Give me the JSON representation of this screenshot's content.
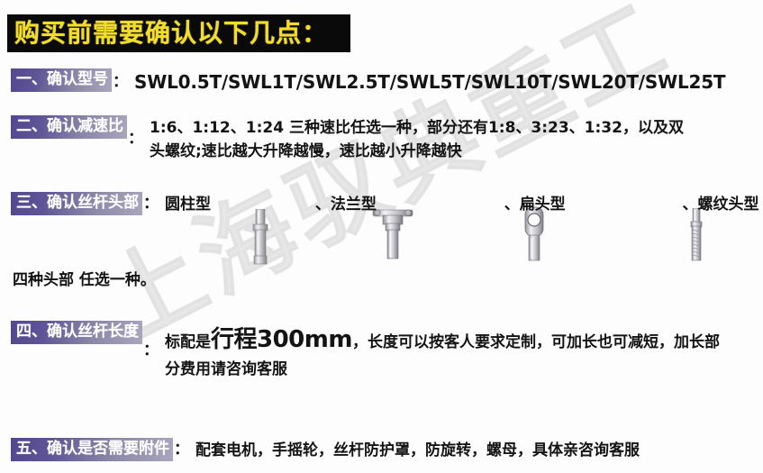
{
  "header": {
    "title": "购买前需要确认以下几点："
  },
  "watermark": {
    "text": "上海驭典重工"
  },
  "rows": [
    {
      "id": "row-1",
      "label": "一、确认型号",
      "colon": "：",
      "body": "SWL0.5T/SWL1T/SWL2.5T/SWL5T/SWL10T/SWL20T/SWL25T"
    },
    {
      "id": "row-2",
      "label": "二、确认减速比",
      "colon": "：",
      "body_line1": "1:6、1:12、1:24 三种速比任选一种，部分还有1:8、3:23、1:32，以及双",
      "body_line2": "头螺纹;速比越大升降越慢，速比越小升降越快"
    },
    {
      "id": "row-3",
      "label": "三、确认丝杆头部",
      "colon": "：",
      "head_types": [
        {
          "name": "圆柱型",
          "icon": "cylinder-head-icon"
        },
        {
          "name": "法兰型",
          "icon": "flange-head-icon"
        },
        {
          "name": "扁头型",
          "icon": "flat-head-icon"
        },
        {
          "name": "螺纹头型",
          "icon": "threaded-head-icon"
        }
      ],
      "separator": "、",
      "note": "四种头部 任选一种。"
    },
    {
      "id": "row-4",
      "label": "四、确认丝杆长度",
      "colon": "：",
      "body_prefix": "标配是",
      "body_highlight": "行程300mm",
      "body_suffix": "，长度可以按客人要求定制，可加长也可减短，加长部",
      "body_line2": "分费用请咨询客服"
    },
    {
      "id": "row-5",
      "label": "五、确认是否需要附件",
      "colon": "：",
      "body": "配套电机，手摇轮，丝杆防护罩，防旋转，螺母，具体亲咨询客服"
    }
  ],
  "colors": {
    "banner_bg": "#0a0a0a",
    "banner_text": "#f2dd2a",
    "label_gradient_start": "#54478f",
    "label_gradient_end": "#a9a6bd",
    "body_text": "#141414",
    "page_bg": "#fdfdfd"
  }
}
